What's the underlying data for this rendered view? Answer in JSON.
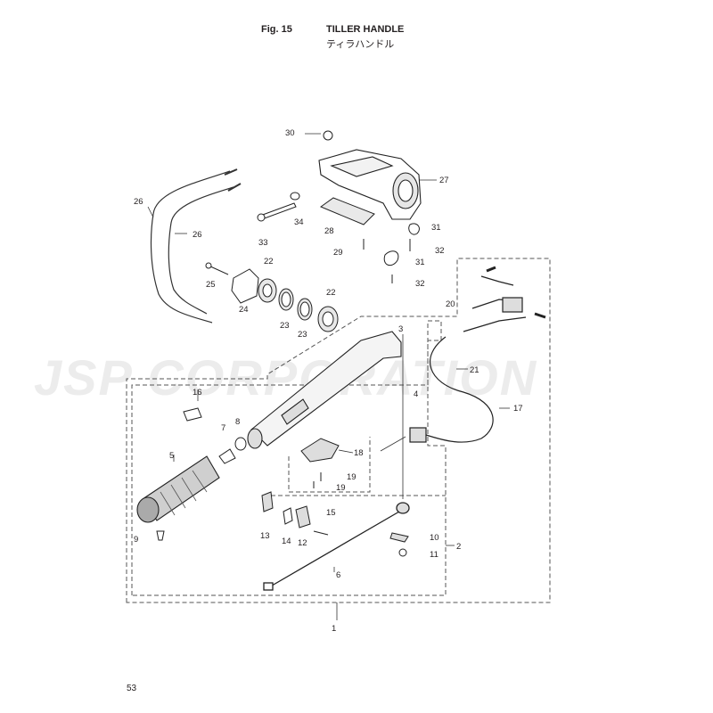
{
  "header": {
    "fig": "Fig. 15",
    "title": "TILLER HANDLE",
    "title_jp": "ティラハンドル"
  },
  "watermark": "JSP CORPORATION",
  "page_number": "53",
  "callouts": [
    "1",
    "2",
    "3",
    "4",
    "5",
    "6",
    "7",
    "8",
    "9",
    "10",
    "11",
    "12",
    "13",
    "14",
    "15",
    "16",
    "17",
    "18",
    "19",
    "19",
    "20",
    "21",
    "22",
    "22",
    "23",
    "23",
    "24",
    "25",
    "26",
    "26",
    "27",
    "28",
    "29",
    "30",
    "31",
    "31",
    "32",
    "32",
    "33",
    "34"
  ]
}
